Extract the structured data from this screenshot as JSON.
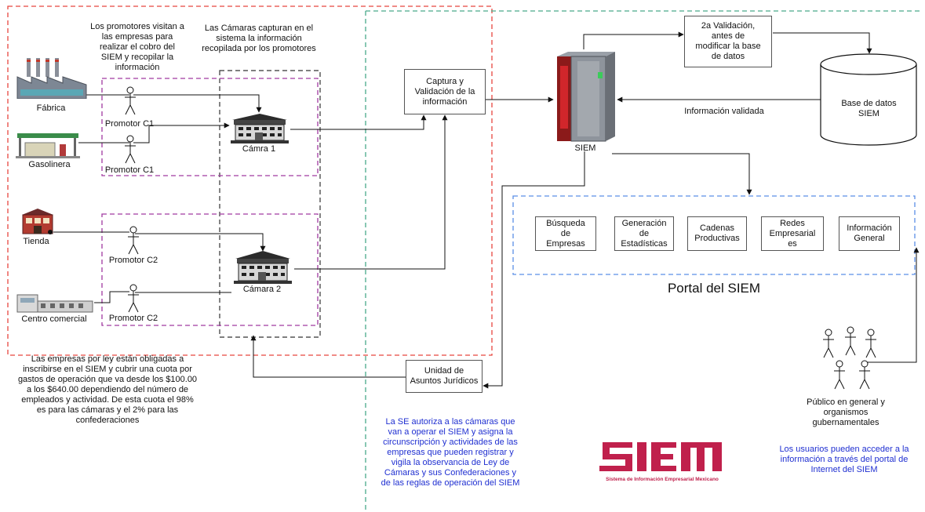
{
  "labels": {
    "promotores_note": "Los promotores visitan a\nlas empresas para\nrealizar el cobro del\nSIEM y recopilar la\ninformación",
    "camaras_note": "Las Cámaras capturan en el\nsistema la información\nrecopilada por los promotores",
    "fabrica": "Fábrica",
    "gasolinera": "Gasolinera",
    "tienda": "Tienda",
    "centro_comercial": "Centro comercial",
    "promotor_c1_a": "Promotor C1",
    "promotor_c1_b": "Promotor C1",
    "promotor_c2_a": "Promotor C2",
    "promotor_c2_b": "Promotor C2",
    "camara1": "Cámra 1",
    "camara2": "Cámara 2",
    "captura": "Captura y\nValidación de la\ninformación",
    "siem": "SIEM",
    "validacion2": "2a Validación,\nantes de\nmodificar la base\nde datos",
    "info_validada": "Información validada",
    "base_datos": "Base de datos\nSIEM",
    "portal_title": "Portal del SIEM",
    "portal_items": [
      "Búsqueda\nde\nEmpresas",
      "Generación\nde\nEstadísticas",
      "Cadenas\nProductivas",
      "Redes\nEmpresarial\nes",
      "Información\nGeneral"
    ],
    "unidad": "Unidad de\nAsuntos Jurídicos",
    "empresas_note": "Las empresas por ley están obligadas a\ninscribirse en el SIEM y  cubrir una cuota por\ngastos de operación que va desde los $100.00\na los $640.00 dependiendo del número de\nempleados y actividad. De esta cuota el 98%\nes para las cámaras y el 2% para las\nconfederaciones",
    "se_note": "La SE autoriza a las cámaras que\nvan a operar el SIEM y asigna la\ncircunscripción y actividades de las\nempresas que pueden registrar y\nvigila la observancia de Ley de\nCámaras y sus Confederaciones y\nde las reglas de operación del SIEM",
    "publico": "Público en general y\norganismos\ngubernamentales",
    "usuarios_note": "Los usuarios pueden acceder a la\ninformación a través del portal de\nInternet del SIEM",
    "logo_text": "SIEM",
    "logo_subtitle": "Sistema de Información Empresarial Mexicano"
  },
  "colors": {
    "red_dash": "#e8463f",
    "green_dash": "#49a98a",
    "purple_dash": "#a03aa0",
    "blue_dash": "#5b8fe6",
    "logo": "#c0204c",
    "note_blue": "#1f2fd1"
  },
  "icons": {
    "factory": "factory-icon",
    "gas_station": "gas-station-icon",
    "store": "store-icon",
    "mall": "mall-icon",
    "person": "person-icon",
    "building": "building-icon",
    "server": "server-icon",
    "database": "database-cylinder-icon"
  }
}
